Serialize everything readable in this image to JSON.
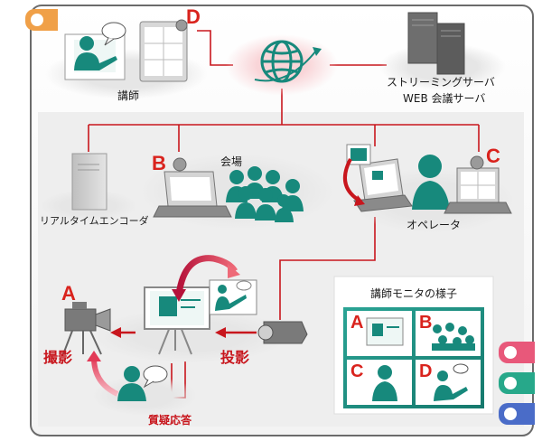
{
  "labels": {
    "lecturer": "講師",
    "server": [
      "ストリーミングサーバ",
      "WEB 会議サーバ"
    ],
    "venue": "会場",
    "encoder": "リアルタイムエンコーダ",
    "operator": "オペレータ",
    "monitor_title": "講師モニタの様子",
    "filming": "撮影",
    "projection": "投影",
    "qa": "質疑応答"
  },
  "letters": {
    "a": "A",
    "b": "B",
    "c": "C",
    "d": "D"
  },
  "colors": {
    "red": "#d9231d",
    "teal": "#17897c",
    "line_red": "#c8161d",
    "tab_orange": "#f0a048",
    "tab_pink": "#e8587a",
    "tab_green": "#27a88a",
    "tab_blue": "#4a6cc8"
  }
}
